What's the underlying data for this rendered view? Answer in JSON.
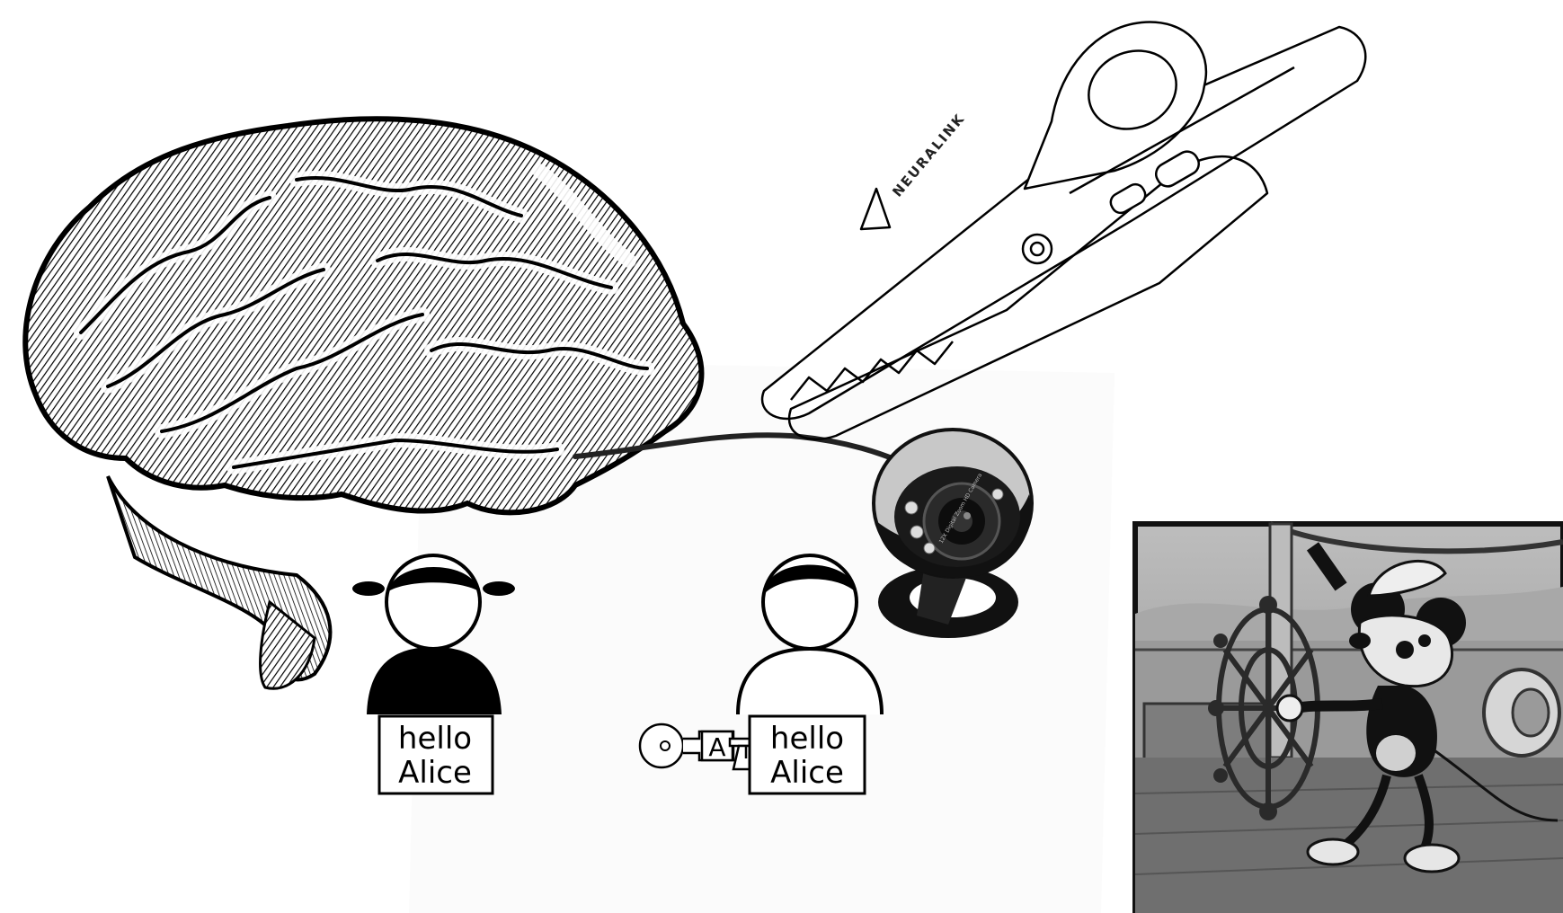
{
  "messages": {
    "left": {
      "line1": "hello",
      "line2": "Alice"
    },
    "right": {
      "line1": "hello",
      "line2": "Alice"
    }
  },
  "key": {
    "label": "A"
  },
  "clip": {
    "brand": "NEURALINK"
  },
  "webcam": {
    "lens_text": "12X Digital Zoom HD Camera"
  },
  "icons": {
    "brain": "brain-icon",
    "clip": "alligator-clip-icon",
    "webcam": "webcam-icon",
    "person_left": "person-icon",
    "person_right": "person-icon",
    "key": "key-icon",
    "lock": "lock-icon"
  },
  "colors": {
    "ink": "#000000",
    "background": "#ffffff",
    "cartoon_sky": "#9a9a9a",
    "cartoon_deck": "#6f6f6f"
  }
}
